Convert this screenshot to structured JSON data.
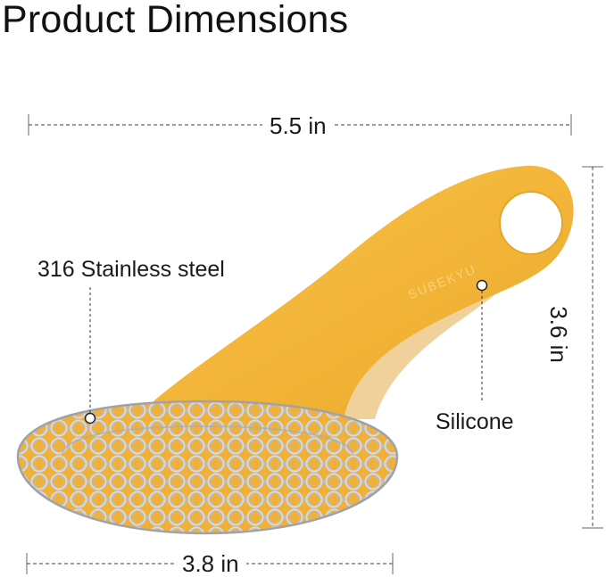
{
  "title": "Product Dimensions",
  "dimensions": {
    "width": "5.5 in",
    "height": "3.6 in",
    "base": "3.8 in"
  },
  "callouts": {
    "material_mesh": "316 Stainless steel",
    "material_handle": "Silicone"
  },
  "brand": "SUBEKYU",
  "colors": {
    "handle": "#f2b437",
    "handle_shadow": "#e09a22",
    "mesh": "#c9ccd0",
    "dimension_line": "#555555"
  }
}
